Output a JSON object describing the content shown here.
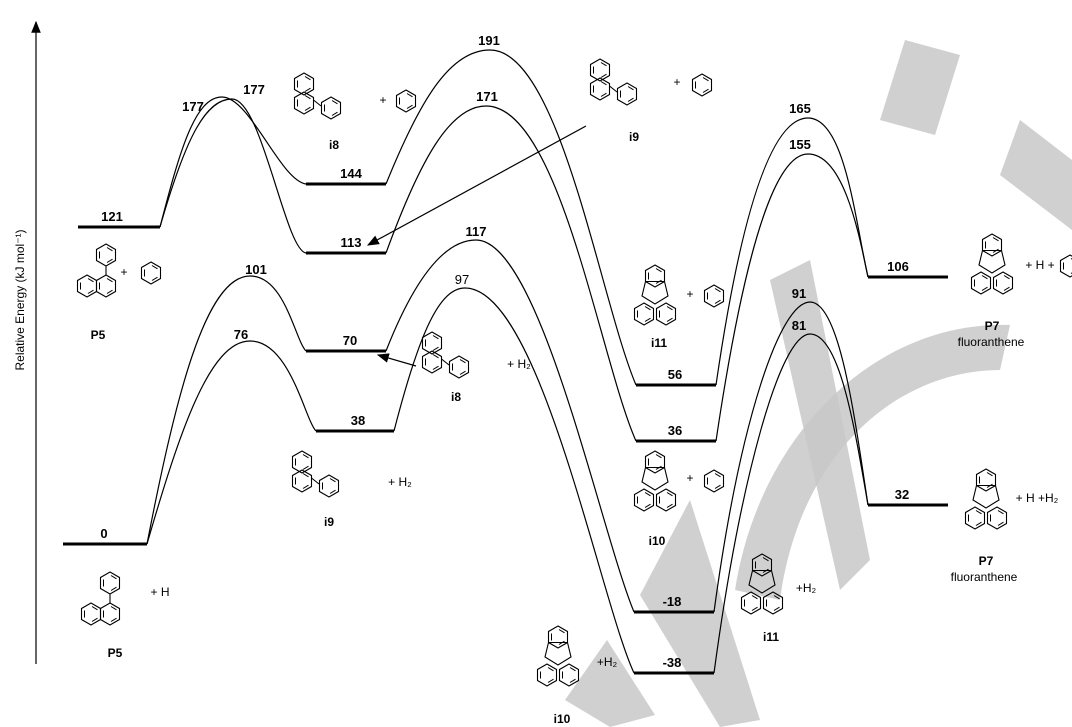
{
  "axis": {
    "ylabel": "Relative Energy (kJ mol⁻¹)"
  },
  "levels": [
    {
      "id": "P5_H",
      "value": "0"
    },
    {
      "id": "P5_ph",
      "value": "121"
    },
    {
      "id": "i8_H2",
      "value": "70"
    },
    {
      "id": "i9_H2",
      "value": "38"
    },
    {
      "id": "i8_ph",
      "value": "144"
    },
    {
      "id": "i9_ph",
      "value": "113"
    },
    {
      "id": "i11_ph",
      "value": "56"
    },
    {
      "id": "i10_ph",
      "value": "36"
    },
    {
      "id": "i11_H2",
      "value": "-18"
    },
    {
      "id": "i10_H2",
      "value": "-38"
    },
    {
      "id": "P7_H_ph",
      "value": "106"
    },
    {
      "id": "P7_H_H2",
      "value": "32"
    }
  ],
  "barriers": [
    {
      "id": "ts177a",
      "value": "177"
    },
    {
      "id": "ts177b",
      "value": "177"
    },
    {
      "id": "ts101",
      "value": "101"
    },
    {
      "id": "ts76",
      "value": "76"
    },
    {
      "id": "ts191",
      "value": "191"
    },
    {
      "id": "ts171",
      "value": "171"
    },
    {
      "id": "ts117",
      "value": "117"
    },
    {
      "id": "ts97",
      "value": "97"
    },
    {
      "id": "ts165",
      "value": "165"
    },
    {
      "id": "ts155",
      "value": "155"
    },
    {
      "id": "ts91",
      "value": "91"
    },
    {
      "id": "ts81",
      "value": "81"
    }
  ],
  "species": {
    "P5_top": "P5",
    "P5_bottom": "P5",
    "i8_top": "i8",
    "i9_top": "i9",
    "i8_mid": "i8",
    "i9_mid": "i9",
    "i11_top": "i11",
    "i10_mid": "i10",
    "i11_bottom": "i11",
    "i10_bottom": "i10",
    "P7_top": "P7",
    "P7_bottom": "P7",
    "fluoranthene_top": "fluoranthene",
    "fluoranthene_bottom": "fluoranthene"
  },
  "coproducts": {
    "plus_H": "+ H",
    "plus": "+",
    "plus_H2_i8": "+ H₂",
    "plus_H2_i9": "+ H₂",
    "plus_H2_i11": "+H₂",
    "plus_H2_i10": "+H₂",
    "plus_H_plus": "+ H +",
    "plus_H_plus_H2": "+ H +H₂"
  }
}
